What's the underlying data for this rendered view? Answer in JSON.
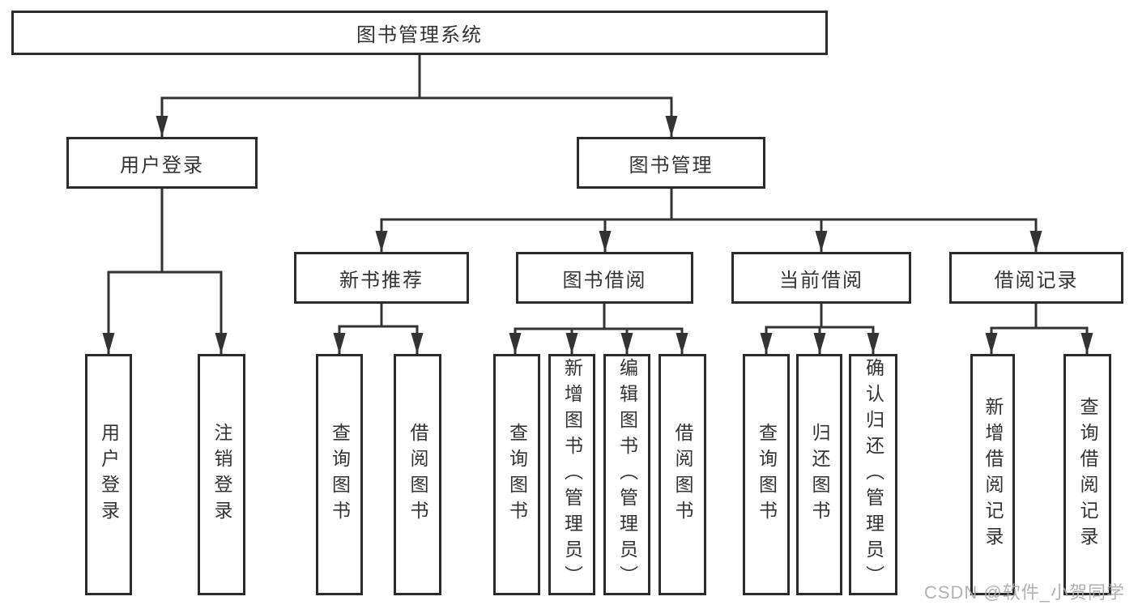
{
  "tree": {
    "label": "图书管理系统",
    "children": [
      {
        "label": "用户登录",
        "children": [
          {
            "label": "用户登录"
          },
          {
            "label": "注销登录"
          }
        ]
      },
      {
        "label": "图书管理",
        "children": [
          {
            "label": "新书推荐",
            "children": [
              {
                "label": "查询图书"
              },
              {
                "label": "借阅图书"
              }
            ]
          },
          {
            "label": "图书借阅",
            "children": [
              {
                "label": "查询图书"
              },
              {
                "label": "新增图书（管理员）"
              },
              {
                "label": "编辑图书（管理员）"
              },
              {
                "label": "借阅图书"
              }
            ]
          },
          {
            "label": "当前借阅",
            "children": [
              {
                "label": "查询图书"
              },
              {
                "label": "归还图书"
              },
              {
                "label": "确认归还（管理员）"
              }
            ]
          },
          {
            "label": "借阅记录",
            "children": [
              {
                "label": "新增借阅记录"
              },
              {
                "label": "查询借阅记录"
              }
            ]
          }
        ]
      }
    ]
  },
  "watermark": {
    "text": "CSDN @软件_小贺同学"
  },
  "colors": {
    "background": "#ffffff",
    "line": "#333333",
    "box_border": "#2b2b2b",
    "text": "#333333",
    "watermark": "#a8a8a8"
  }
}
